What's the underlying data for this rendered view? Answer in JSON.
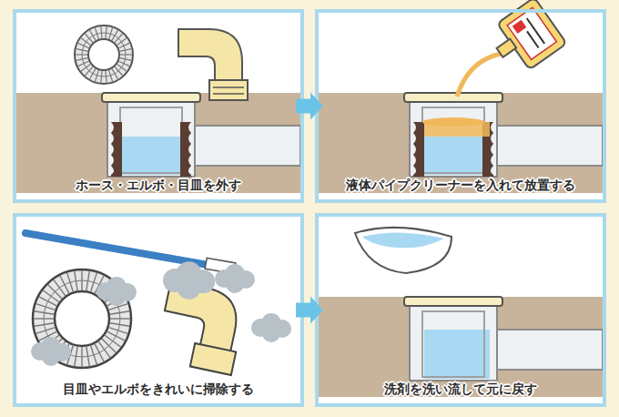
{
  "diagram": {
    "nodes": [
      {
        "text": [
          "ホース・エルボ・目皿を外す"
        ]
      },
      {
        "text": [
          "液体パイプクリーナーを入れて放置する"
        ]
      },
      {
        "text": [
          "目皿やエルボをきれいに掃除する"
        ]
      },
      {
        "text": [
          "洗剤を洗い流して元に戻す"
        ]
      }
    ],
    "edges": [
      {
        "from": 0,
        "to": 1,
        "arrow": "to"
      },
      {
        "from": 2,
        "to": 3,
        "arrow": "to"
      }
    ]
  }
}
